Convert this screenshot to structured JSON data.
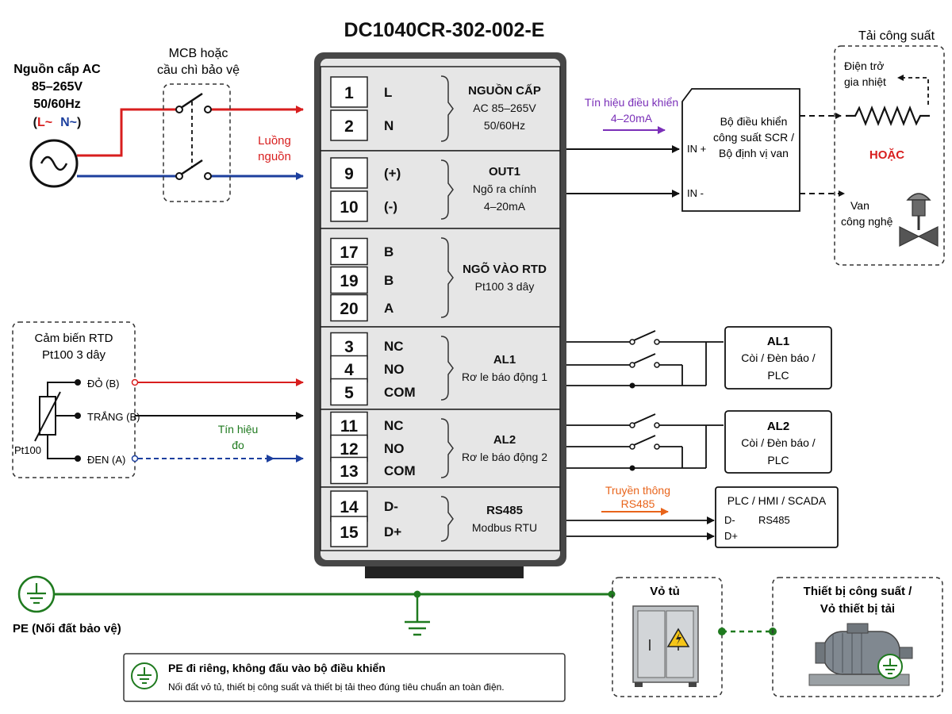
{
  "title": "DC1040CR-302-002-E",
  "colors": {
    "red": "#d81e1e",
    "blue": "#1c3f9e",
    "green": "#1f7a1f",
    "purple": "#7a2fb8",
    "orange": "#e8641b",
    "black": "#111111",
    "device_frame": "#444444",
    "device_body": "#e6e6e6"
  },
  "ac_source": {
    "title": "Nguồn cấp AC",
    "voltage": "85–265V",
    "freq": "50/60Hz",
    "open_paren": "(",
    "l_label": "L~",
    "n_label": "N~",
    "close_paren": ")"
  },
  "mcb": {
    "line1": "MCB hoặc",
    "line2": "cầu chì bảo vệ"
  },
  "power_flow": {
    "line1": "Luồng",
    "line2": "nguồn"
  },
  "rtd_sensor": {
    "title1": "Cảm biến RTD",
    "title2": "Pt100 3 dây",
    "wire_red": "ĐỎ (B)",
    "wire_white": "TRẮNG (B)",
    "wire_black": "ĐEN (A)",
    "element": "Pt100"
  },
  "signal_label": {
    "line1": "Tín hiệu",
    "line2": "đo"
  },
  "terminal_groups": [
    {
      "rows": [
        {
          "num": "1",
          "label": "L"
        },
        {
          "num": "2",
          "label": "N"
        }
      ],
      "title": "NGUỒN CẤP",
      "sub1": "AC 85–265V",
      "sub2": "50/60Hz"
    },
    {
      "rows": [
        {
          "num": "9",
          "label": "(+)"
        },
        {
          "num": "10",
          "label": "(-)"
        }
      ],
      "title": "OUT1",
      "sub1": "Ngõ ra chính",
      "sub2": "4–20mA"
    },
    {
      "rows": [
        {
          "num": "17",
          "label": "B"
        },
        {
          "num": "19",
          "label": "B"
        },
        {
          "num": "20",
          "label": "A"
        }
      ],
      "title": "NGÕ VÀO RTD",
      "sub1": "Pt100 3 dây",
      "sub2": ""
    },
    {
      "rows": [
        {
          "num": "3",
          "label": "NC"
        },
        {
          "num": "4",
          "label": "NO"
        },
        {
          "num": "5",
          "label": "COM"
        }
      ],
      "title": "AL1",
      "sub1": "Rơ le báo động 1",
      "sub2": ""
    },
    {
      "rows": [
        {
          "num": "11",
          "label": "NC"
        },
        {
          "num": "12",
          "label": "NO"
        },
        {
          "num": "13",
          "label": "COM"
        }
      ],
      "title": "AL2",
      "sub1": "Rơ le báo động 2",
      "sub2": ""
    },
    {
      "rows": [
        {
          "num": "14",
          "label": "D-"
        },
        {
          "num": "15",
          "label": "D+"
        }
      ],
      "title": "RS485",
      "sub1": "Modbus RTU",
      "sub2": ""
    }
  ],
  "control_signal": {
    "line1": "Tín hiệu điều khiển",
    "line2": "4–20mA"
  },
  "scr_box": {
    "line1": "Bộ điều khiển",
    "line2": "công suất SCR /",
    "line3": "Bộ định vị van",
    "in_plus": "IN +",
    "in_minus": "IN -"
  },
  "load": {
    "title": "Tải công suất",
    "heater1": "Điện trở",
    "heater2": "gia nhiệt",
    "or": "HOẶC",
    "valve1": "Van",
    "valve2": "công nghệ"
  },
  "al1_box": {
    "title": "AL1",
    "sub1": "Còi / Đèn báo /",
    "sub2": "PLC"
  },
  "al2_box": {
    "title": "AL2",
    "sub1": "Còi / Đèn báo /",
    "sub2": "PLC"
  },
  "comm_label": {
    "line1": "Truyền thông",
    "line2": "RS485"
  },
  "plc_box": {
    "title": "PLC / HMI / SCADA",
    "d_minus": "D-",
    "rs485": "RS485",
    "d_plus": "D+"
  },
  "pe_label": "PE (Nối đất bảo vệ)",
  "cabinet_label": "Vỏ tủ",
  "equipment": {
    "line1": "Thiết bị công suất /",
    "line2": "Vỏ thiết bị tải"
  },
  "note": {
    "line1": "PE đi riêng, không đấu vào bộ điều khiển",
    "line2": "Nối đất vỏ tủ, thiết bị công suất và thiết bị tải theo đúng tiêu chuẩn an toàn điện."
  }
}
